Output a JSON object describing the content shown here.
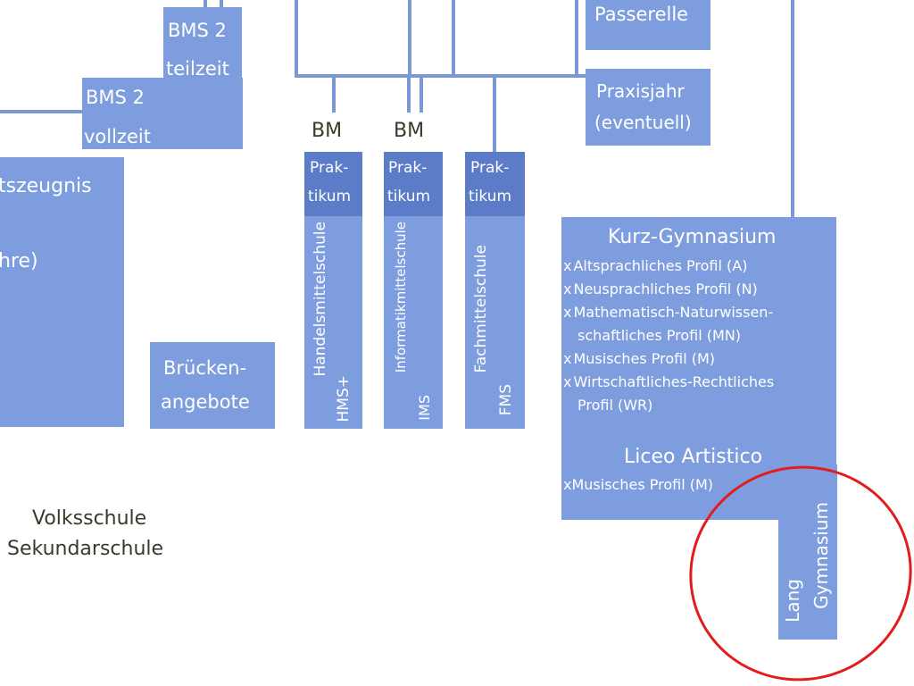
{
  "boxes": {
    "bms2_teilzeit": [
      "BMS 2",
      "teilzeit"
    ],
    "bms2_vollzeit": [
      "BMS 2",
      "vollzeit"
    ],
    "zeugnis": [
      "tszeugnis",
      "hre)"
    ],
    "bruecken": [
      "Brücken-",
      "angebote"
    ],
    "passerelle": "Passerelle",
    "praxisjahr": [
      "Praxisjahr",
      "(eventuell)"
    ]
  },
  "bm_labels": [
    "BM",
    "BM"
  ],
  "schools": [
    {
      "praktikum": [
        "Prak-",
        "tikum"
      ],
      "name": "Handelsmittelschule",
      "short": "HMS+"
    },
    {
      "praktikum": [
        "Prak-",
        "tikum"
      ],
      "name": "Informatikmittelschule",
      "short": "IMS"
    },
    {
      "praktikum": [
        "Prak-",
        "tikum"
      ],
      "name": "Fachmittelschule",
      "short": "FMS"
    }
  ],
  "kurz_gymnasium": {
    "title": "Kurz-Gymnasium",
    "marker": "x",
    "profiles": [
      "Altsprachliches Profil (A)",
      "Neusprachliches Profil (N)",
      "Mathematisch-Naturwissen-",
      "schaftliches Profil (MN)",
      "Musisches Profil (M)",
      "Wirtschaftliches-Rechtliches",
      "Profil (WR)"
    ]
  },
  "liceo": {
    "title": "Liceo Artistico",
    "marker": "x",
    "profile": "Musisches Profil (M)"
  },
  "lang_gymnasium": [
    "Lang",
    "Gymnasium"
  ],
  "volksschule": [
    "Volksschule",
    "Sekundarschule"
  ],
  "colors": {
    "box": "#7e9ddf",
    "box_dark": "#5d7cc7",
    "line": "#7a97d6",
    "highlight": "#e21d1d",
    "text_dark": "#3a3a2a"
  }
}
